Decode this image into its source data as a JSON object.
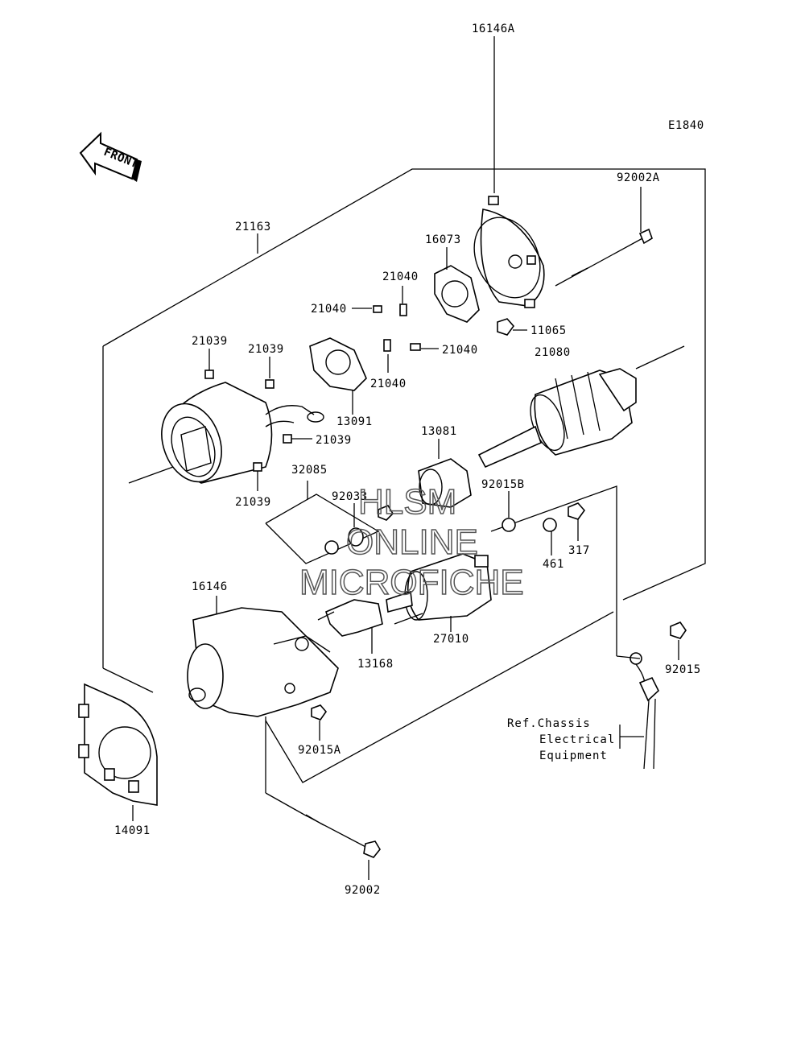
{
  "diagram_code": "E1840",
  "front_label": "FRONT",
  "watermark": [
    "HLSM",
    "ONLINE",
    "MICROFICHE"
  ],
  "reference_note": [
    "Ref.Chassis",
    "Electrical",
    "Equipment"
  ],
  "part_numbers": {
    "p21163": "21163",
    "p16146A": "16146A",
    "p92002A": "92002A",
    "p16073": "16073",
    "p21040_a": "21040",
    "p21040_b": "21040",
    "p21040_c": "21040",
    "p21040_d": "21040",
    "p11065": "11065",
    "p21080": "21080",
    "p21039_a": "21039",
    "p21039_b": "21039",
    "p21039_c": "21039",
    "p21039_d": "21039",
    "p13091": "13091",
    "p13081": "13081",
    "p32085": "32085",
    "p92033": "92033",
    "p92015B": "92015B",
    "p461": "461",
    "p317": "317",
    "p16146": "16146",
    "p27010": "27010",
    "p13168": "13168",
    "p92015": "92015",
    "p92015A": "92015A",
    "p14091": "14091",
    "p92002": "92002"
  }
}
